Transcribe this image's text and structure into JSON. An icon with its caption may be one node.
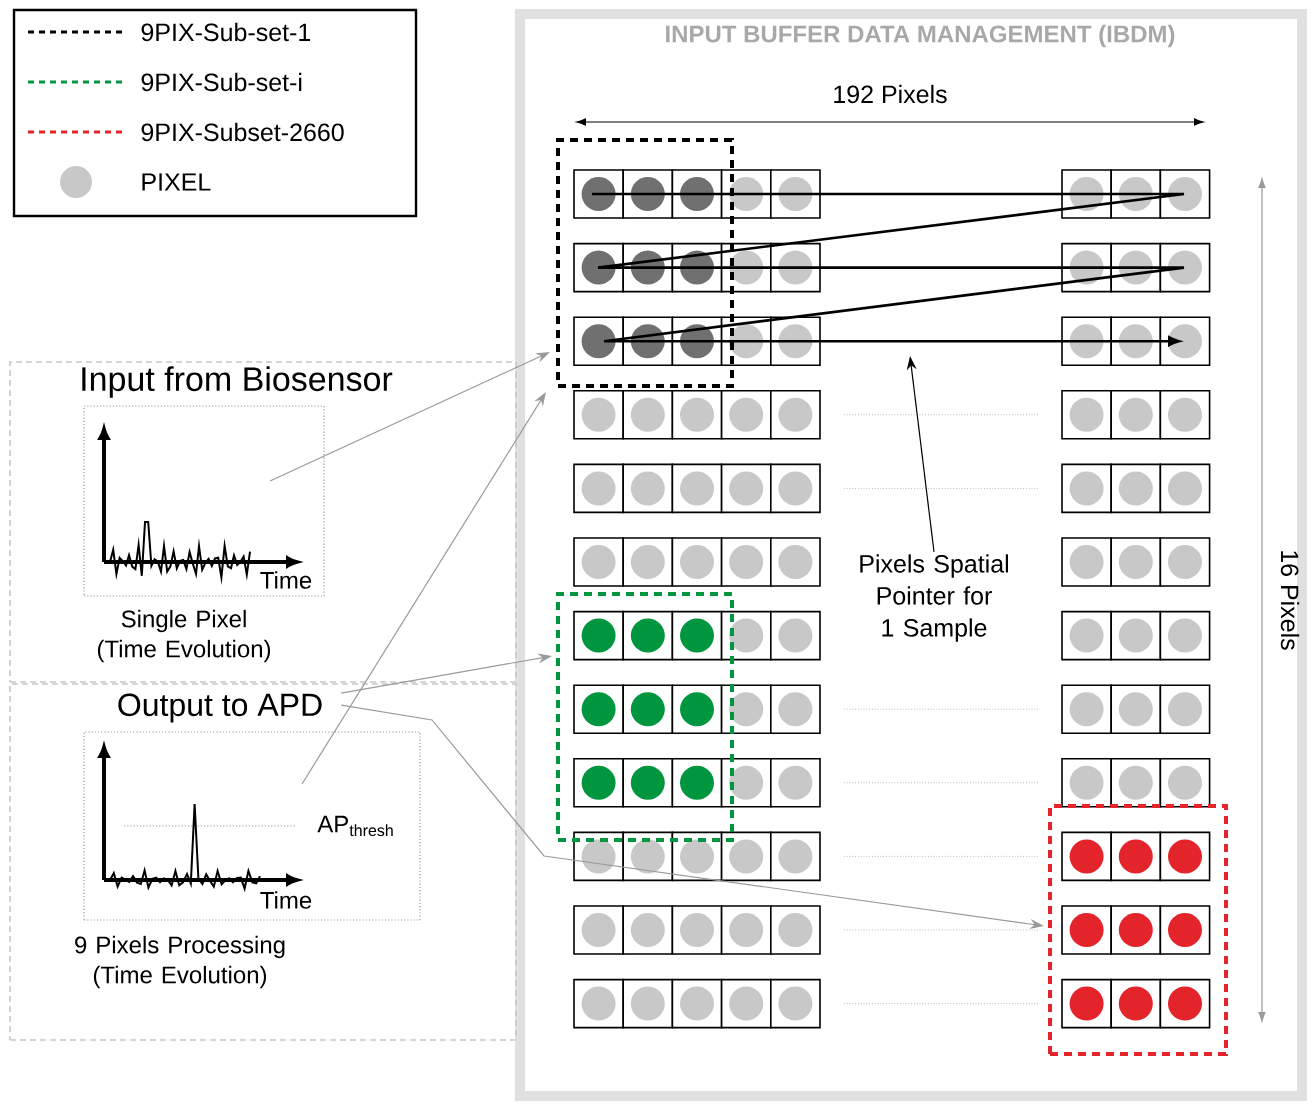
{
  "diagram": {
    "nodes": [
      {
        "text": [
          "INPUT BUFFER DATA MANAGEMENT (IBDM)"
        ]
      },
      {
        "text": [
          "Input from Biosensor",
          "Single Pixel (Time Evolution)"
        ]
      },
      {
        "text": [
          "Time"
        ],
        "in": 1
      },
      {
        "text": [
          "Output to APD",
          "9 Pixels Processing (Time Evolution)"
        ]
      },
      {
        "text": [
          "AP$_{thresh}$",
          "Time"
        ],
        "in": 3
      },
      {
        "text": [],
        "shape": "box",
        "in": 0
      },
      {
        "text": [],
        "shape": "box",
        "in": 0
      },
      {
        "text": [],
        "shape": "box",
        "in": 0
      },
      {
        "text": [
          "Pixels Spatial Pointer for 1 Sample"
        ],
        "in": 0
      }
    ],
    "edges": [
      {
        "from": 2,
        "to": 5,
        "arrow": "to"
      },
      {
        "from": 4,
        "to": 5,
        "arrow": "to"
      },
      {
        "from": 3,
        "to": 6,
        "arrow": "to"
      },
      {
        "from": 3,
        "to": 7,
        "arrow": "to"
      },
      {
        "from": 8,
        "to": null,
        "arrow": "to",
        "color": "#000000"
      }
    ],
    "labels": [
      "192 Pixels",
      "16 Pixels"
    ],
    "legend": [
      {
        "text": "9PIX-Sub-set-1"
      },
      {
        "text": "9PIX-Sub-set-i"
      },
      {
        "text": "9PIX-Subset-2660"
      },
      {
        "text": "PIXEL",
        "color": "#c8c8c8"
      }
    ]
  }
}
